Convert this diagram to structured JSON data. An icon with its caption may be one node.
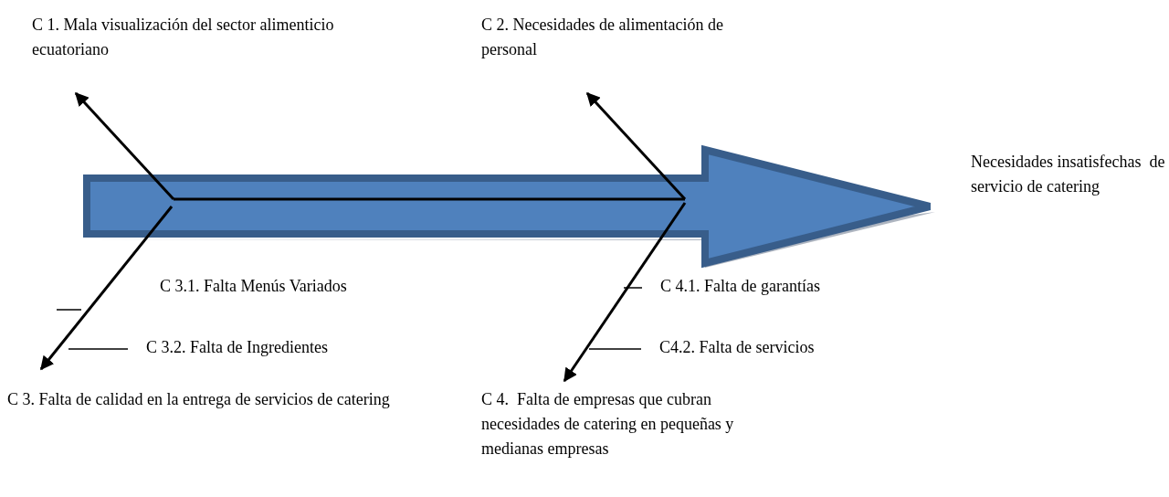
{
  "diagram": {
    "nodes": [
      {
        "text": [
          "C 1. Mala visualización del sector alimenticio ecuatoriano"
        ]
      },
      {
        "text": [
          "C 2. Necesidades de alimentación de personal"
        ]
      },
      {
        "text": [
          "Necesidades insatisfechas  de servicio de catering"
        ]
      },
      {
        "text": [
          "C 3.1. Falta Menús Variados"
        ]
      },
      {
        "text": [
          "C 3.2. Falta de Ingredientes"
        ]
      },
      {
        "text": [
          "C 3. Falta de calidad en la entrega de servicios de catering"
        ]
      },
      {
        "text": [
          "C 4.1. Falta de garantías"
        ]
      },
      {
        "text": [
          "C4.2. Falta de servicios"
        ]
      },
      {
        "text": [
          "C 4.  Falta de empresas que cubran necesidades de catering en pequeñas y medianas empresas"
        ]
      }
    ],
    "edges": [
      {
        "from": null,
        "to": 0,
        "arrow": "to"
      },
      {
        "from": null,
        "to": 1,
        "arrow": "to"
      },
      {
        "from": null,
        "to": 5,
        "arrow": "to"
      },
      {
        "from": null,
        "to": 8,
        "arrow": "to"
      },
      {
        "from": 4,
        "to": null,
        "arrow": "none"
      },
      {
        "from": 6,
        "to": null,
        "arrow": "none"
      },
      {
        "from": 7,
        "to": null,
        "arrow": "none"
      }
    ]
  }
}
